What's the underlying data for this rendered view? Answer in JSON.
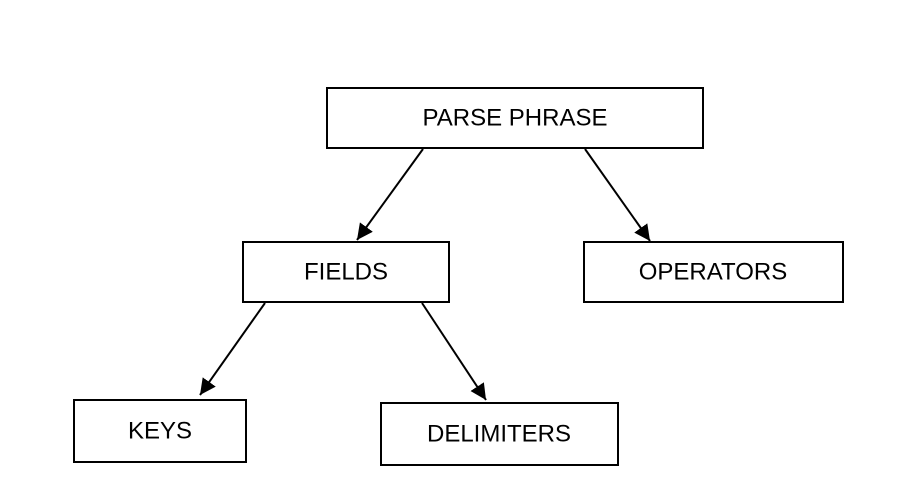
{
  "diagram": {
    "nodes": [
      {
        "id": "parse-phrase",
        "label": "PARSE PHRASE"
      },
      {
        "id": "fields",
        "label": "FIELDS"
      },
      {
        "id": "operators",
        "label": "OPERATORS"
      },
      {
        "id": "keys",
        "label": "KEYS"
      },
      {
        "id": "delimiters",
        "label": "DELIMITERS"
      }
    ],
    "edges": [
      {
        "from": "parse-phrase",
        "to": "fields"
      },
      {
        "from": "parse-phrase",
        "to": "operators"
      },
      {
        "from": "fields",
        "to": "keys"
      },
      {
        "from": "fields",
        "to": "delimiters"
      }
    ],
    "colors": {
      "stroke": "#000000",
      "fill": "#ffffff",
      "text": "#000000"
    }
  }
}
